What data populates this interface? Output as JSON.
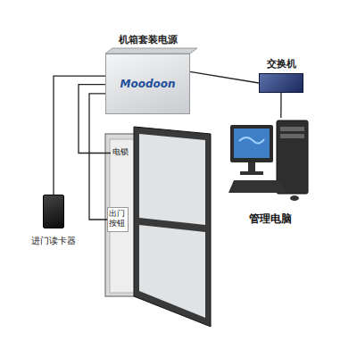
{
  "diagram": {
    "nodes": [
      {
        "text": [
          "机箱套装电源",
          "Moodoon"
        ]
      },
      {
        "text": [
          "交换机"
        ]
      },
      {
        "text": [
          "管理电脑"
        ]
      },
      {
        "text": [
          "进门读卡器"
        ]
      },
      {
        "text": [
          "电锁"
        ]
      },
      {
        "text": [
          "出门 按钮"
        ]
      }
    ],
    "edges": [
      {
        "from": 0,
        "to": 1,
        "arrow": "none"
      },
      {
        "from": 1,
        "to": 2,
        "arrow": "none"
      },
      {
        "from": 0,
        "to": 3,
        "arrow": "none"
      },
      {
        "from": 0,
        "to": 4,
        "arrow": "none"
      },
      {
        "from": 0,
        "to": 5,
        "arrow": "none"
      }
    ]
  }
}
